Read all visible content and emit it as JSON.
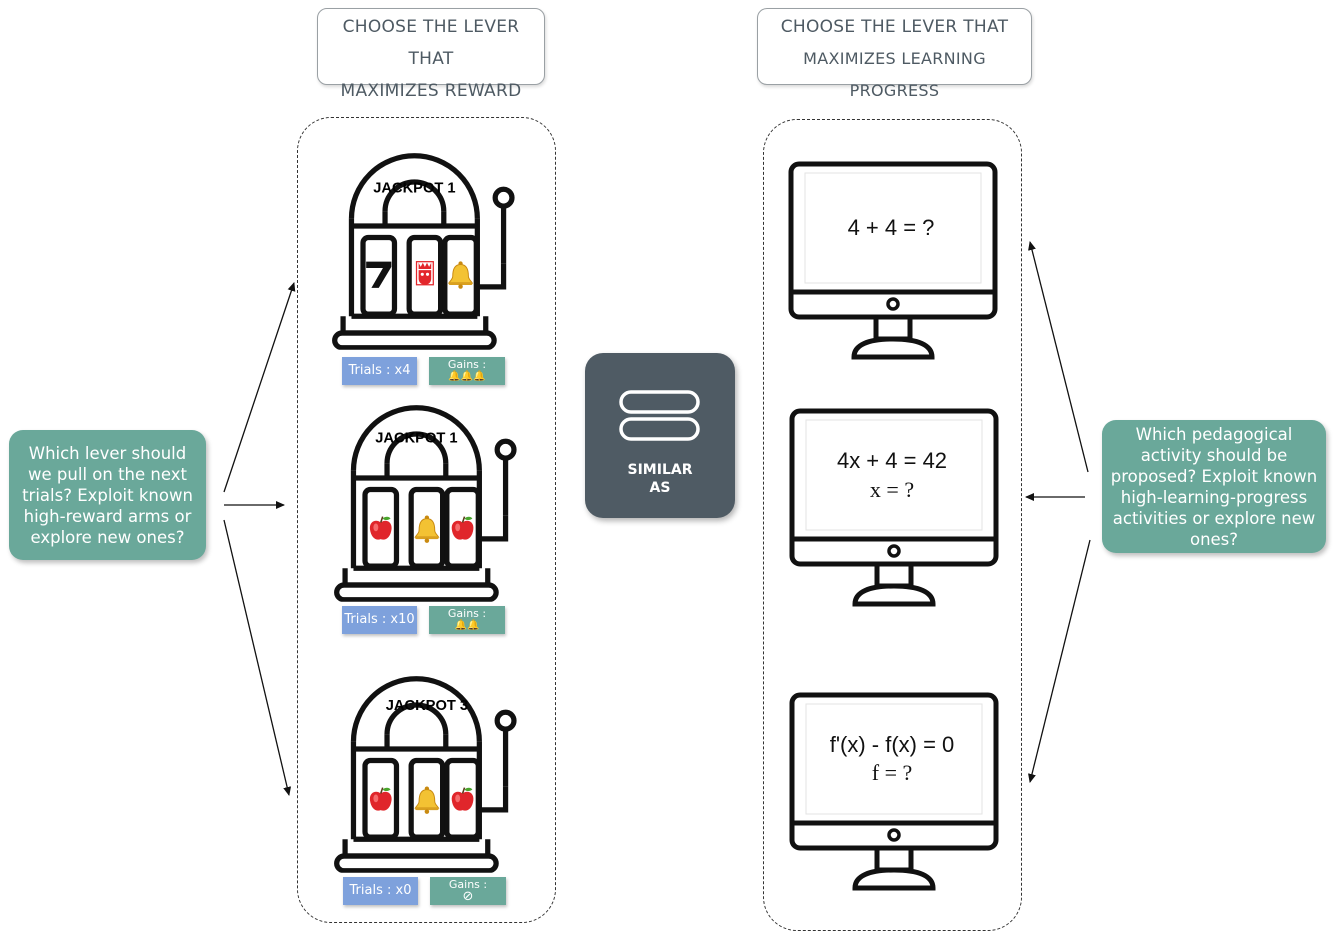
{
  "headers": {
    "left": [
      "CHOOSE THE LEVER THAT",
      "MAXIMIZES REWARD"
    ],
    "right": [
      "CHOOSE THE LEVER THAT",
      "MAXIMIZES LEARNING PROGRESS"
    ]
  },
  "bubbles": {
    "left": "Which lever should we pull on the next trials? Exploit known high-reward arms or explore new ones?",
    "right": "Which pedagogical activity should be proposed? Exploit known high-learning-progress activities or explore new ones?"
  },
  "similar": {
    "line1": "SIMILAR",
    "line2": "AS",
    "icon": "equals-icon"
  },
  "machines": [
    {
      "label": "JACKPOT 1",
      "reels": [
        "seven",
        "crown",
        "bell"
      ],
      "trials": "Trials : x4",
      "gains_label": "Gains :",
      "gains": "🔔🔔🔔"
    },
    {
      "label": "JACKPOT 1",
      "reels": [
        "apple",
        "bell",
        "apple"
      ],
      "trials": "Trials : x10",
      "gains_label": "Gains :",
      "gains": "🔔🔔"
    },
    {
      "label": "JACKPOT 3",
      "reels": [
        "apple",
        "bell",
        "apple"
      ],
      "trials": "Trials : x0",
      "gains_label": "Gains :",
      "gains": "⊘"
    }
  ],
  "screens": [
    {
      "line1": "4 + 4 = ?",
      "line2": ""
    },
    {
      "line1": "4x + 4 = 42",
      "line2": "x = ?"
    },
    {
      "line1": "f'(x) - f(x) = 0",
      "line2": "f = ?"
    }
  ],
  "colors": {
    "bubble": "#6aa89a",
    "trials": "#7ea1dc",
    "similar": "#4f5b64",
    "header_text": "#4e5a63"
  }
}
